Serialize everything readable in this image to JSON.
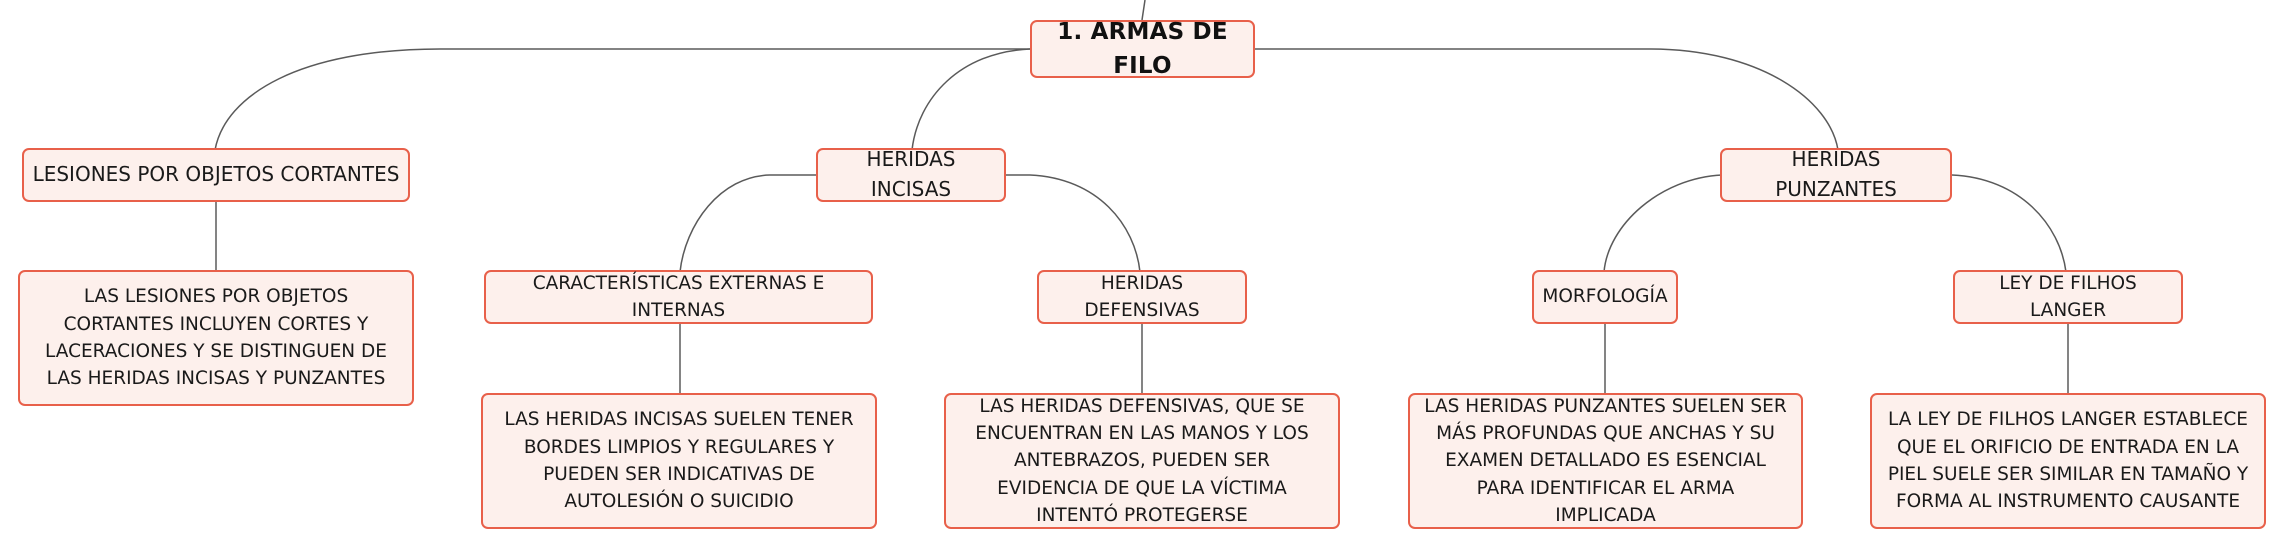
{
  "diagram": {
    "root": {
      "label": "1. ARMAS DE FILO"
    },
    "branches": [
      {
        "label": "LESIONES POR OBJETOS CORTANTES",
        "detail": "LAS LESIONES POR OBJETOS CORTANTES INCLUYEN CORTES Y LACERACIONES Y SE DISTINGUEN DE LAS HERIDAS INCISAS Y PUNZANTES"
      },
      {
        "label": "HERIDAS INCISAS",
        "children": [
          {
            "label": "CARACTERÍSTICAS EXTERNAS E INTERNAS",
            "detail": "LAS HERIDAS INCISAS SUELEN TENER BORDES LIMPIOS Y REGULARES Y PUEDEN SER INDICATIVAS DE AUTOLESIÓN O SUICIDIO"
          },
          {
            "label": "HERIDAS DEFENSIVAS",
            "detail": "LAS HERIDAS DEFENSIVAS, QUE SE ENCUENTRAN EN LAS MANOS Y LOS ANTEBRAZOS, PUEDEN SER EVIDENCIA DE QUE LA VÍCTIMA INTENTÓ PROTEGERSE"
          }
        ]
      },
      {
        "label": "HERIDAS PUNZANTES",
        "children": [
          {
            "label": "MORFOLOGÍA",
            "detail": "LAS HERIDAS PUNZANTES SUELEN SER MÁS PROFUNDAS QUE ANCHAS Y SU EXAMEN DETALLADO ES ESENCIAL PARA IDENTIFICAR EL ARMA IMPLICADA"
          },
          {
            "label": "LEY DE FILHOS LANGER",
            "detail": "LA LEY DE FILHOS LANGER ESTABLECE QUE EL ORIFICIO DE ENTRADA EN LA PIEL SUELE SER SIMILAR EN TAMAÑO Y FORMA AL INSTRUMENTO CAUSANTE"
          }
        ]
      }
    ]
  },
  "colors": {
    "node_border": "#e8604a",
    "node_fill": "#fdf0ec",
    "connector": "#5a5a5a"
  }
}
